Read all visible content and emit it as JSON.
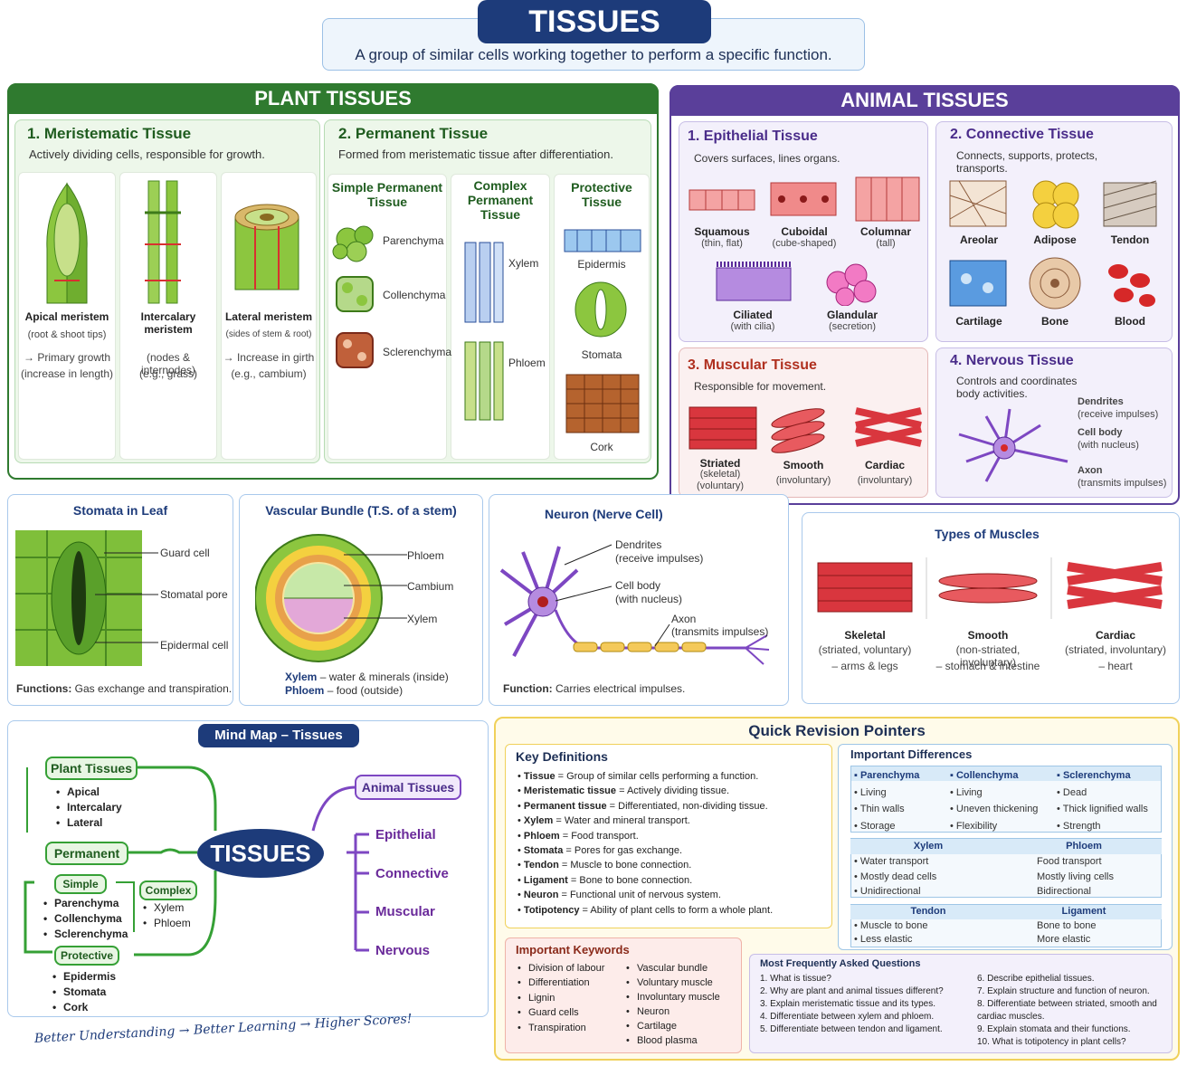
{
  "header": {
    "title": "TISSUES",
    "subtitle": "A group of similar cells working together to perform a specific function."
  },
  "plant": {
    "title": "PLANT TISSUES",
    "meristematic": {
      "title": "1. Meristematic Tissue",
      "desc": "Actively dividing cells, responsible for growth.",
      "items": [
        {
          "name": "Apical meristem",
          "loc": "(root & shoot tips)",
          "fn1": "→ Primary growth",
          "fn2": "(increase in length)"
        },
        {
          "name": "Intercalary meristem",
          "loc": "",
          "fn1": "(nodes & internodes)",
          "fn2": "(e.g., grass)"
        },
        {
          "name": "Lateral meristem",
          "loc": "(sides of stem & root)",
          "fn1": "→ Increase in girth",
          "fn2": "(e.g., cambium)"
        }
      ]
    },
    "permanent": {
      "title": "2. Permanent Tissue",
      "desc": "Formed from meristematic tissue after differentiation.",
      "simple": {
        "title": "Simple Permanent Tissue",
        "items": [
          "Parenchyma",
          "Collenchyma",
          "Sclerenchyma"
        ]
      },
      "complex": {
        "title": "Complex Permanent Tissue",
        "items": [
          "Xylem",
          "Phloem"
        ]
      },
      "protective": {
        "title": "Protective Tissue",
        "items": [
          "Epidermis",
          "Stomata",
          "Cork"
        ]
      }
    }
  },
  "animal": {
    "title": "ANIMAL TISSUES",
    "epithelial": {
      "title": "1. Epithelial Tissue",
      "desc": "Covers surfaces, lines organs.",
      "items": [
        {
          "name": "Squamous",
          "sub": "(thin, flat)"
        },
        {
          "name": "Cuboidal",
          "sub": "(cube-shaped)"
        },
        {
          "name": "Columnar",
          "sub": "(tall)"
        },
        {
          "name": "Ciliated",
          "sub": "(with cilia)"
        },
        {
          "name": "Glandular",
          "sub": "(secretion)"
        }
      ]
    },
    "connective": {
      "title": "2. Connective Tissue",
      "desc": "Connects, supports, protects, transports.",
      "items": [
        "Areolar",
        "Adipose",
        "Tendon",
        "Cartilage",
        "Bone",
        "Blood"
      ]
    },
    "muscular": {
      "title": "3. Muscular Tissue",
      "desc": "Responsible for movement.",
      "items": [
        {
          "name": "Striated",
          "sub1": "(skeletal)",
          "sub2": "(voluntary)"
        },
        {
          "name": "Smooth",
          "sub1": "(involuntary)",
          "sub2": ""
        },
        {
          "name": "Cardiac",
          "sub1": "(involuntary)",
          "sub2": ""
        }
      ]
    },
    "nervous": {
      "title": "4. Nervous Tissue",
      "desc": "Controls and coordinates body activities.",
      "labels": [
        {
          "name": "Dendrites",
          "sub": "(receive impulses)"
        },
        {
          "name": "Cell body",
          "sub": "(with nucleus)"
        },
        {
          "name": "Axon",
          "sub": "(transmits impulses)"
        }
      ]
    }
  },
  "stomata": {
    "title": "Stomata in Leaf",
    "labels": [
      "Guard cell",
      "Stomatal pore",
      "Epidermal cell"
    ],
    "fn_label": "Functions:",
    "fn": "Gas exchange and transpiration."
  },
  "vascular": {
    "title": "Vascular Bundle (T.S. of a stem)",
    "labels": [
      "Phloem",
      "Cambium",
      "Xylem"
    ],
    "line1_b": "Xylem",
    "line1": "– water & minerals (inside)",
    "line2_b": "Phloem",
    "line2": "– food (outside)"
  },
  "neuron": {
    "title": "Neuron (Nerve Cell)",
    "labels": [
      {
        "name": "Dendrites",
        "sub": "(receive impulses)"
      },
      {
        "name": "Cell body",
        "sub": "(with nucleus)"
      },
      {
        "name": "Axon",
        "sub": "(transmits impulses)"
      }
    ],
    "fn_label": "Function:",
    "fn": "Carries electrical impulses."
  },
  "muscles": {
    "title": "Types of Muscles",
    "items": [
      {
        "name": "Skeletal",
        "sub": "(striated, voluntary)",
        "ex": "– arms & legs"
      },
      {
        "name": "Smooth",
        "sub": "(non-striated, involuntary)",
        "ex": "– stomach & intestine"
      },
      {
        "name": "Cardiac",
        "sub": "(striated, involuntary)",
        "ex": "– heart"
      }
    ]
  },
  "mindmap": {
    "title": "Mind Map – Tissues",
    "center": "TISSUES",
    "plant": "Plant Tissues",
    "plant_items": [
      "Apical",
      "Intercalary",
      "Lateral"
    ],
    "permanent": "Permanent",
    "simple": "Simple",
    "simple_items": [
      "Parenchyma",
      "Collenchyma",
      "Sclerenchyma"
    ],
    "complex": "Complex",
    "complex_items": [
      "Xylem",
      "Phloem"
    ],
    "protective": "Protective",
    "protective_items": [
      "Epidermis",
      "Stomata",
      "Cork"
    ],
    "animal": "Animal Tissues",
    "animal_items": [
      "Epithelial",
      "Connective",
      "Muscular",
      "Nervous"
    ],
    "footer": "Better Understanding  →  Better Learning  →  Higher Scores!"
  },
  "revision": {
    "title": "Quick Revision Pointers",
    "defs_title": "Key Definitions",
    "defs": [
      {
        "t": "Tissue",
        "d": " = Group of similar cells performing a function."
      },
      {
        "t": "Meristematic tissue",
        "d": " = Actively dividing tissue."
      },
      {
        "t": "Permanent tissue",
        "d": " = Differentiated, non-dividing tissue."
      },
      {
        "t": "Xylem",
        "d": " = Water and mineral transport."
      },
      {
        "t": "Phloem",
        "d": " = Food transport."
      },
      {
        "t": "Stomata",
        "d": " = Pores for gas exchange."
      },
      {
        "t": "Tendon",
        "d": " = Muscle to bone connection."
      },
      {
        "t": "Ligament",
        "d": " = Bone to bone connection."
      },
      {
        "t": "Neuron",
        "d": " = Functional unit of nervous system."
      },
      {
        "t": "Totipotency",
        "d": " = Ability of plant cells to form a whole plant."
      }
    ],
    "diff_title": "Important Differences",
    "t1": {
      "head": [
        "Parenchyma",
        "Collenchyma",
        "Sclerenchyma"
      ],
      "rows": [
        [
          "Living",
          "Living",
          "Dead"
        ],
        [
          "Thin walls",
          "Uneven thickening",
          "Thick lignified walls"
        ],
        [
          "Storage",
          "Flexibility",
          "Strength"
        ]
      ]
    },
    "t2": {
      "head": [
        "Xylem",
        "Phloem"
      ],
      "rows": [
        [
          "Water transport",
          "Food transport"
        ],
        [
          "Mostly dead cells",
          "Mostly living cells"
        ],
        [
          "Unidirectional",
          "Bidirectional"
        ]
      ]
    },
    "t3": {
      "head": [
        "Tendon",
        "Ligament"
      ],
      "rows": [
        [
          "Muscle to bone",
          "Bone to bone"
        ],
        [
          "Less elastic",
          "More elastic"
        ]
      ]
    },
    "kw_title": "Important Keywords",
    "kw1": [
      "Division of labour",
      "Differentiation",
      "Lignin",
      "Guard cells",
      "Transpiration"
    ],
    "kw2": [
      "Vascular bundle",
      "Voluntary muscle",
      "Involuntary muscle",
      "Neuron",
      "Cartilage",
      "Blood plasma"
    ],
    "faq_title": "Most Frequently Asked Questions",
    "faq1": [
      "1.  What is tissue?",
      "2.  Why are plant and animal tissues different?",
      "3.  Explain meristematic tissue and its types.",
      "4.  Differentiate between xylem and phloem.",
      "5.  Differentiate between tendon and ligament."
    ],
    "faq2": [
      "6.  Describe epithelial tissues.",
      "7.  Explain structure and function of neuron.",
      "8.  Differentiate between striated, smooth and cardiac muscles.",
      "9.  Explain stomata and their functions.",
      "10. What is totipotency in plant cells?"
    ]
  },
  "colors": {
    "plant": "#2f7a2f",
    "animal": "#5a3f9a",
    "navy": "#1d3b7a",
    "muscle": "#d9363e"
  }
}
